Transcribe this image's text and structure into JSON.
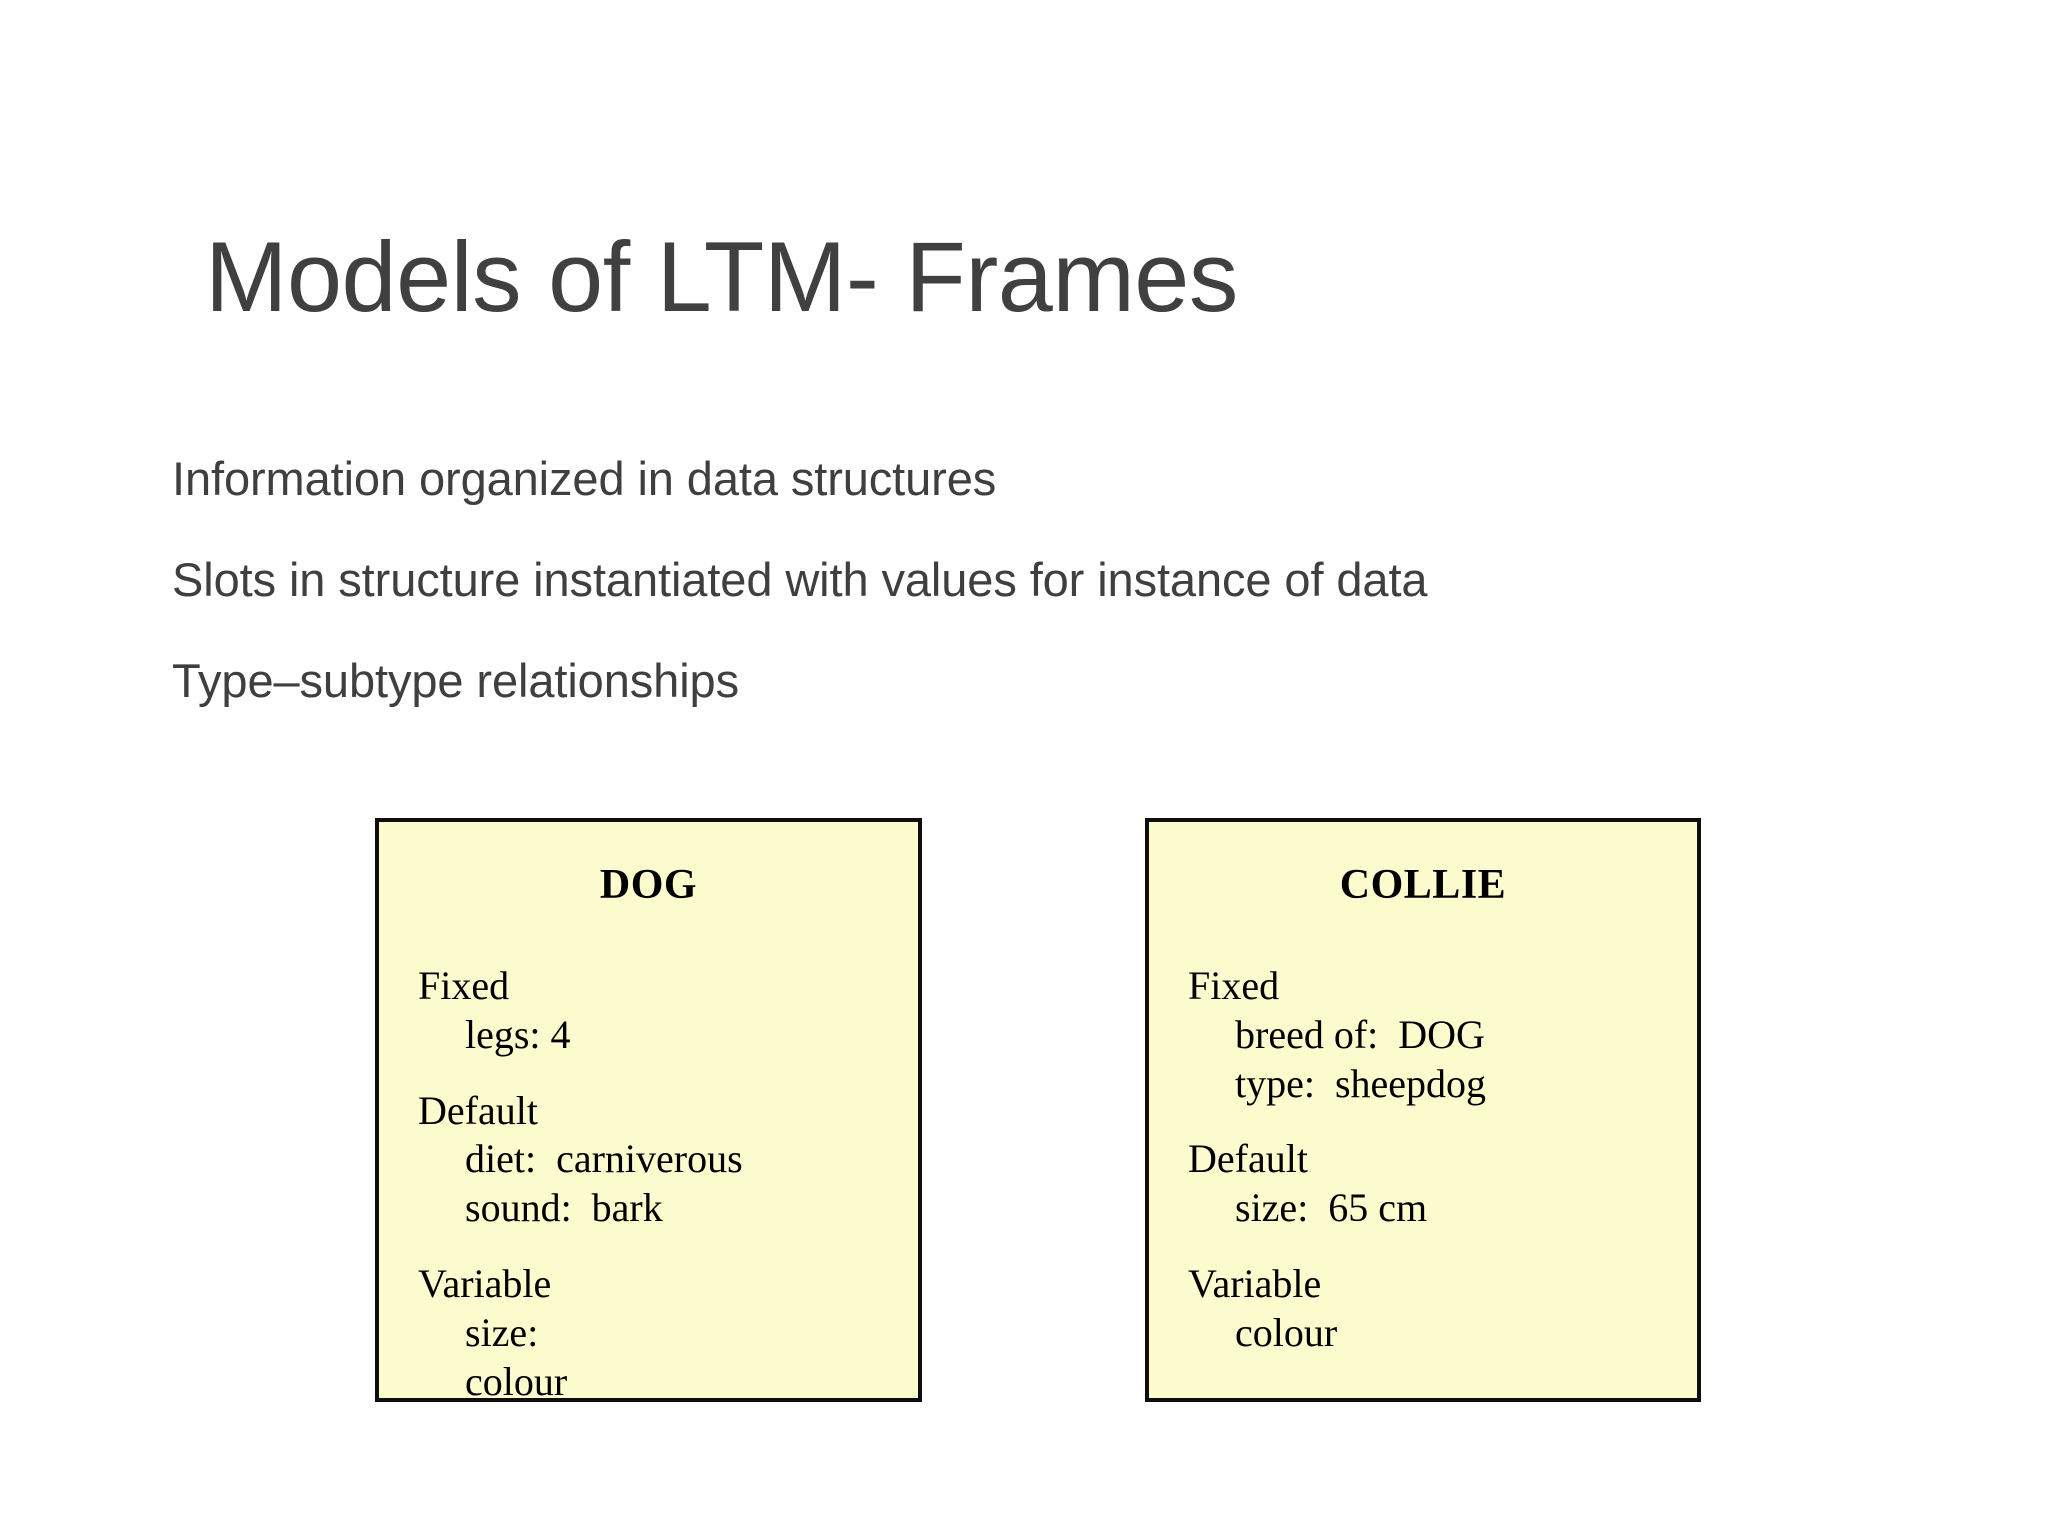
{
  "slide": {
    "title": "Models of LTM- Frames",
    "body_lines": [
      "Information organized in data structures",
      "Slots in structure instantiated with values for instance of data",
      "Type–subtype relationships"
    ],
    "background_color": "#ffffff",
    "title_color": "#404040",
    "body_color": "#3f3f3f"
  },
  "frames": [
    {
      "name": "DOG",
      "title": "DOG",
      "box_fill": "#fbfbcd",
      "box_border": "#0d0d0d",
      "groups": [
        {
          "label": "Fixed",
          "items": [
            "legs: 4"
          ]
        },
        {
          "label": "Default",
          "items": [
            "diet:  carniverous",
            "sound:  bark"
          ]
        },
        {
          "label": "Variable",
          "items": [
            "size:",
            "colour"
          ]
        }
      ]
    },
    {
      "name": "COLLIE",
      "title": "COLLIE",
      "box_fill": "#fbfbcd",
      "box_border": "#0d0d0d",
      "groups": [
        {
          "label": "Fixed",
          "items": [
            "breed of:  DOG",
            "type:  sheepdog"
          ]
        },
        {
          "label": "Default",
          "items": [
            "size:  65 cm"
          ]
        },
        {
          "label": "Variable",
          "items": [
            "colour"
          ]
        }
      ]
    }
  ]
}
